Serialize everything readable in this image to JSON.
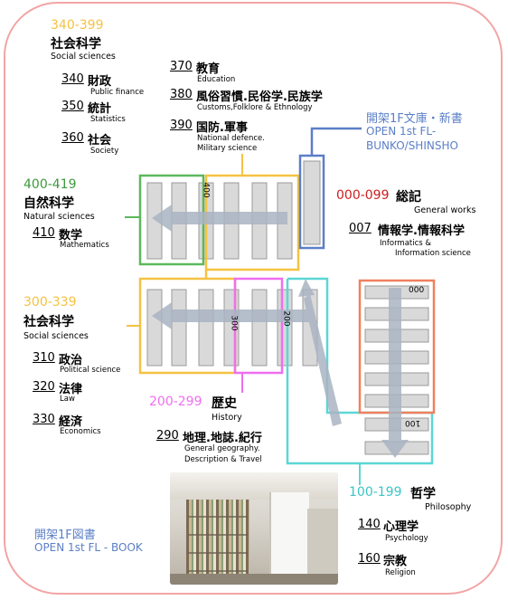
{
  "colors": {
    "frame": "#f2a5a5",
    "social": "#f5c242",
    "natural": "#5cb85c",
    "general": "#f0805f",
    "history": "#f06ef0",
    "philosophy": "#5dd6d6",
    "bunko": "#5b7fc7",
    "arrow": "#a9b4c2"
  },
  "social_top": {
    "range": "340-399",
    "title_ja": "社会科学",
    "title_en": "Social sciences",
    "items": [
      {
        "code": "340",
        "ja": "財政",
        "en": "Public finance"
      },
      {
        "code": "350",
        "ja": "統計",
        "en": "Statistics"
      },
      {
        "code": "360",
        "ja": "社会",
        "en": "Society"
      }
    ]
  },
  "social_right": {
    "items": [
      {
        "code": "370",
        "ja": "教育",
        "en": "Education"
      },
      {
        "code": "380",
        "ja": "風俗習慣.民俗学.民族学",
        "en": "Customs,Folklore & Ethnology"
      },
      {
        "code": "390",
        "ja": "国防.軍事",
        "en": "National defence.",
        "en2": "Military science"
      }
    ]
  },
  "bunko": {
    "ja": "開架1F文庫・新書",
    "en1": "OPEN 1st FL-",
    "en2": "BUNKO/SHINSHO"
  },
  "natural": {
    "range": "400-419",
    "title_ja": "自然科学",
    "title_en": "Natural sciences",
    "item": {
      "code": "410",
      "ja": "数学",
      "en": "Mathematics"
    }
  },
  "general": {
    "range": "000-099",
    "title_ja": "総記",
    "title_en": "General works",
    "item": {
      "code": "007",
      "ja": "情報学.情報科学",
      "en1": "Informatics &",
      "en2": "Information science"
    }
  },
  "social_mid": {
    "range": "300-339",
    "title_ja": "社会科学",
    "title_en": "Social sciences",
    "items": [
      {
        "code": "310",
        "ja": "政治",
        "en": "Political science"
      },
      {
        "code": "320",
        "ja": "法律",
        "en": "Law"
      },
      {
        "code": "330",
        "ja": "経済",
        "en": "Economics"
      }
    ]
  },
  "history": {
    "range": "200-299",
    "title_ja": "歴史",
    "title_en": "History",
    "item": {
      "code": "290",
      "ja": "地理.地誌.紀行",
      "en1": "General geography.",
      "en2": "Description & Travel"
    }
  },
  "philosophy": {
    "range": "100-199",
    "title_ja": "哲学",
    "title_en": "Philosophy",
    "items": [
      {
        "code": "140",
        "ja": "心理学",
        "en": "Psychology"
      },
      {
        "code": "160",
        "ja": "宗教",
        "en": "Religion"
      }
    ]
  },
  "book_area": {
    "ja": "開架1F図書",
    "en": "OPEN 1st FL - BOOK"
  },
  "shelf_labels": {
    "s400": "400",
    "s300": "300",
    "s200": "200",
    "s000": "000",
    "s100": "100"
  }
}
